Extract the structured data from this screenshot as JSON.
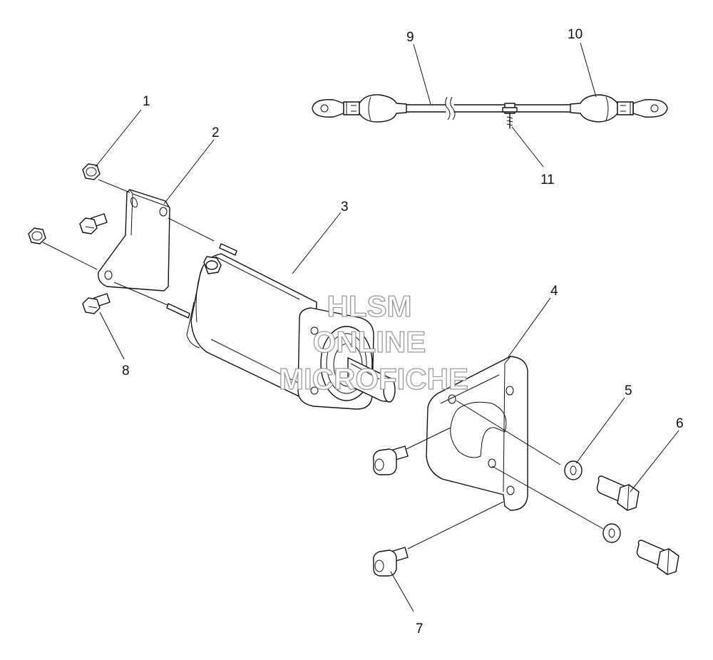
{
  "callouts": [
    "1",
    "2",
    "3",
    "4",
    "5",
    "6",
    "7",
    "8",
    "9",
    "10",
    "11"
  ],
  "watermark": [
    "HLSM",
    "ONLINE",
    "MICROFICHE"
  ]
}
